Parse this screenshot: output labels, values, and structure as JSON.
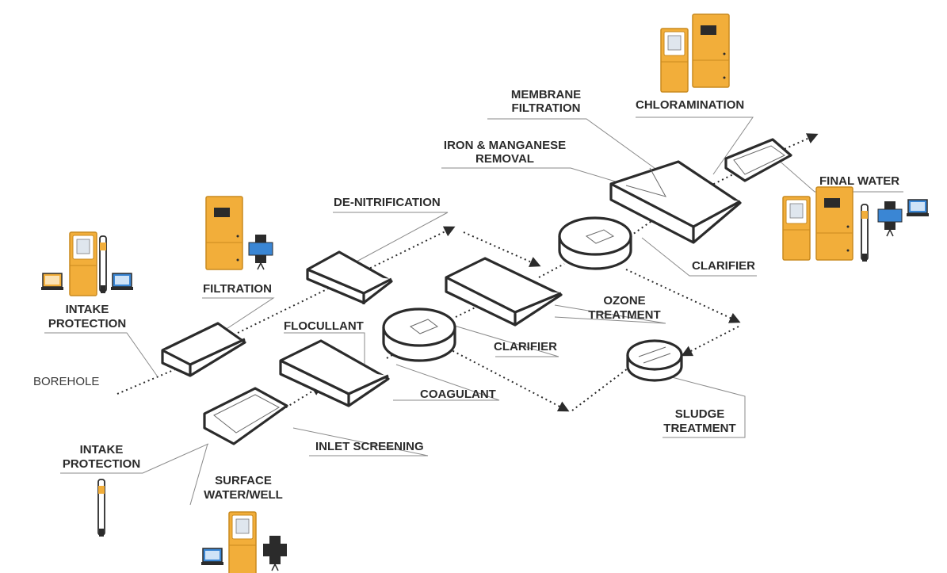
{
  "colors": {
    "line": "#2b2b2b",
    "instrument_orange": "#f2ae3a",
    "instrument_blue": "#3a86d4",
    "leader_gray": "#8a8a8a"
  },
  "icons": [
    "analyzer-cabinet-icon",
    "probe-sensor-icon",
    "laptop-display-icon",
    "flow-cell-icon",
    "flow-arrow-icon"
  ],
  "labels": {
    "intake_protection_1": [
      "INTAKE",
      "PROTECTION"
    ],
    "borehole": "BOREHOLE",
    "filtration": "FILTRATION",
    "de_nitrification": "DE-NITRIFICATION",
    "flocullant": "FLOCULLANT",
    "inlet_screening": "INLET SCREENING",
    "intake_protection_2": [
      "INTAKE",
      "PROTECTION"
    ],
    "surface_water": [
      "SURFACE",
      "WATER/WELL"
    ],
    "coagulant": "COAGULANT",
    "clarifier_1": "CLARIFIER",
    "ozone_treatment": [
      "OZONE",
      "TREATMENT"
    ],
    "iron_manganese": [
      "IRON & MANGANESE",
      "REMOVAL"
    ],
    "membrane_filtration": [
      "MEMBRANE",
      "FILTRATION"
    ],
    "chloramination": "CHLORAMINATION",
    "clarifier_2": "CLARIFIER",
    "final_water": "FINAL WATER",
    "sludge_treatment": [
      "SLUDGE",
      "TREATMENT"
    ]
  }
}
